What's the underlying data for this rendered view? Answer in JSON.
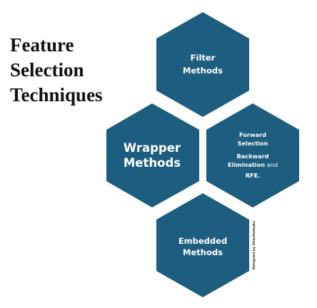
{
  "title": {
    "lines": [
      "Feature",
      "Selection",
      "Techniques"
    ]
  },
  "hexagons": {
    "filter": {
      "lines": [
        "Filter",
        "Methods"
      ]
    },
    "wrapper": {
      "lines": [
        "Wrapper",
        "Methods"
      ]
    },
    "sequential": {
      "line1": "Forward",
      "line2": "Selection",
      "line3": "Backward",
      "line4_bold": "Elimination",
      "line4_regular": " and",
      "line5": "RFE."
    },
    "embedded": {
      "lines": [
        "Embedded",
        "Methods"
      ]
    }
  },
  "credit": "Designed by Shanthababu",
  "colors": {
    "hex_fill": "#1c5d80",
    "hex_text": "#ffffff",
    "title_text": "#111111"
  }
}
